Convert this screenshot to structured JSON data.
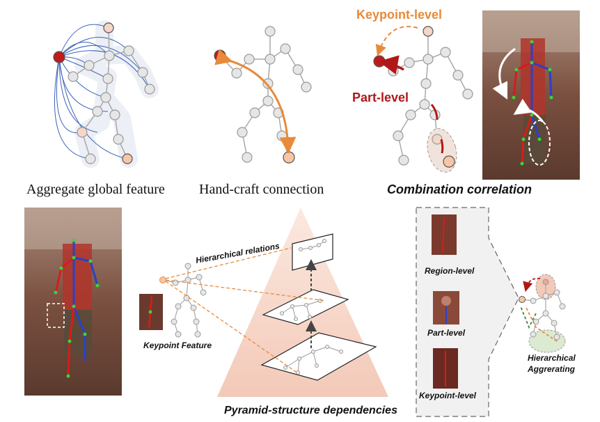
{
  "captions": {
    "aggregate": "Aggregate global feature",
    "handcraft": "Hand-craft connection",
    "combination": "Combination correlation",
    "pyramid": "Pyramid-structure dependencies"
  },
  "labels": {
    "keypoint_level_top": "Keypoint-level",
    "part_level_top": "Part-level",
    "hierarchical_relations": "Hierarchical relations",
    "keypoint_feature": "Keypoint Feature",
    "region_level": "Region-level",
    "part_level": "Part-level",
    "keypoint_level": "Keypoint-level",
    "hierarchical_aggregating_1": "Hierarchical",
    "hierarchical_aggregating_2": "Aggrerating"
  },
  "colors": {
    "node_fill": "#e6e6e6",
    "node_stroke": "#9a9a9a",
    "edge": "#a8a8a8",
    "blue_link": "#3a63b8",
    "orange": "#e88a3a",
    "dark_red": "#b01818",
    "photo_bg": "#6a4a3a"
  }
}
